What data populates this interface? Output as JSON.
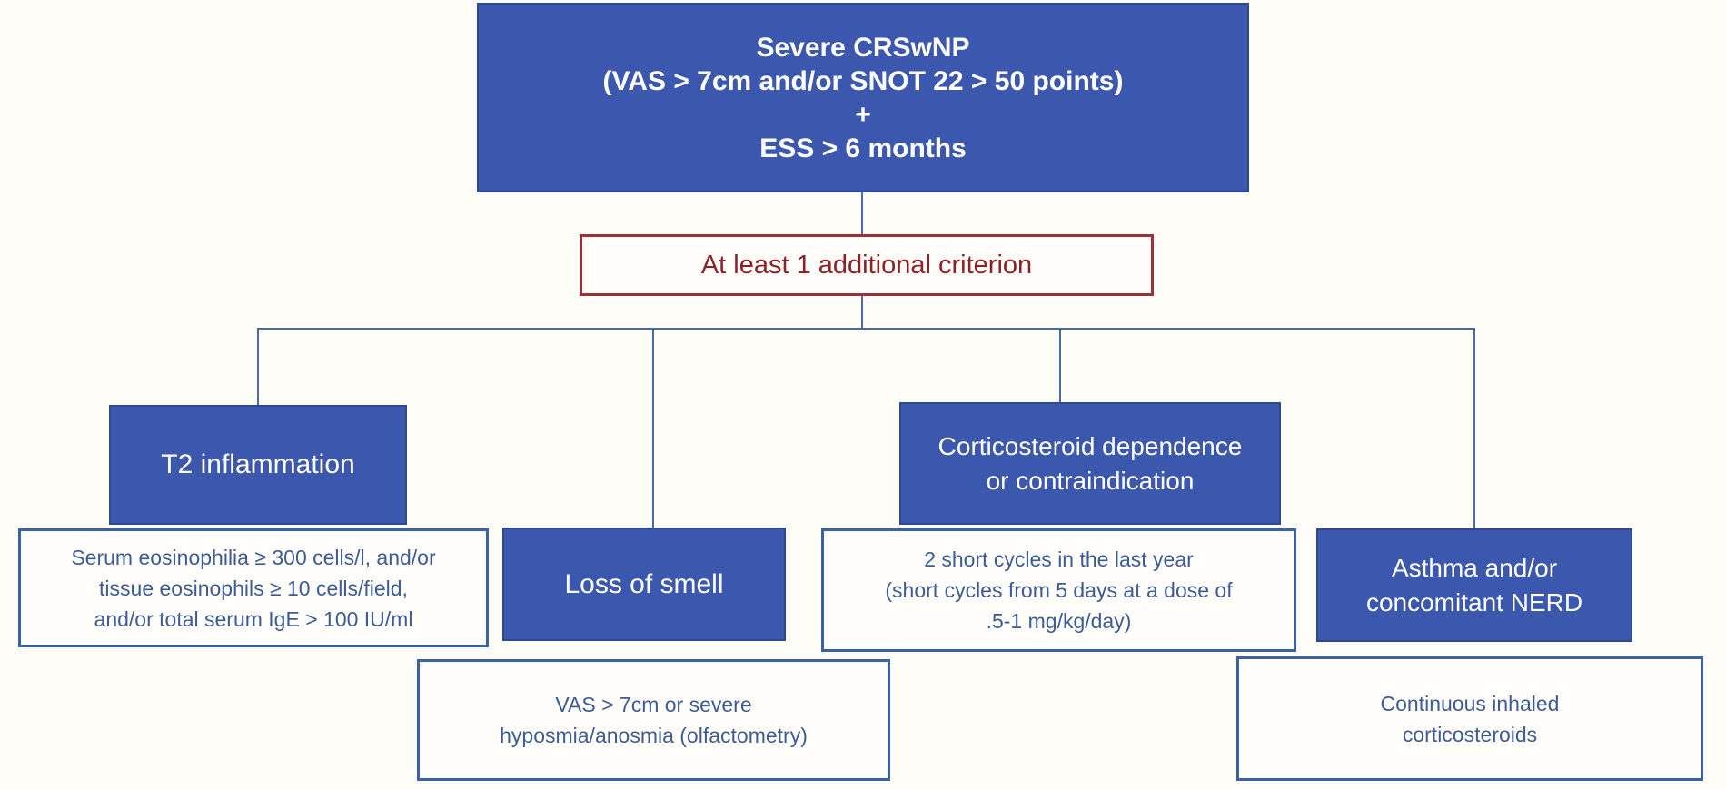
{
  "colors": {
    "node_blue": "#3b58ae",
    "node_blue_border": "#2d4a8e",
    "line_blue": "#4a6aa5",
    "criteria_border": "#3a62a8",
    "criteria_text": "#3e5c94",
    "red_border": "#9e3038",
    "red_text": "#8e2026",
    "page_bg": "#fdfcf6",
    "box_bg": "#fffefb"
  },
  "nodes": {
    "severe": {
      "lines": [
        "Severe CRSwNP",
        "(VAS > 7cm and/or SNOT 22 > 50 points)",
        "+",
        "ESS > 6 months"
      ]
    },
    "criterion": {
      "label": "At least 1 additional criterion"
    },
    "t2": {
      "label": "T2 inflammation"
    },
    "serum": {
      "lines": [
        "Serum eosinophilia ≥ 300 cells/l, and/or",
        "tissue eosinophils ≥ 10 cells/field,",
        "and/or total serum IgE > 100 IU/ml"
      ]
    },
    "smell": {
      "label": "Loss of smell"
    },
    "vas": {
      "lines": [
        "VAS > 7cm or severe",
        "hyposmia/anosmia (olfactometry)"
      ]
    },
    "cort": {
      "lines": [
        "Corticosteroid dependence",
        "or contraindication"
      ]
    },
    "cycles": {
      "lines": [
        "2 short cycles in the last year",
        "(short cycles from 5 days at a dose of",
        ".5-1 mg/kg/day)"
      ]
    },
    "asthma": {
      "lines": [
        "Asthma and/or",
        "concomitant NERD"
      ]
    },
    "inhaled": {
      "lines": [
        "Continuous inhaled",
        "corticosteroids"
      ]
    }
  }
}
